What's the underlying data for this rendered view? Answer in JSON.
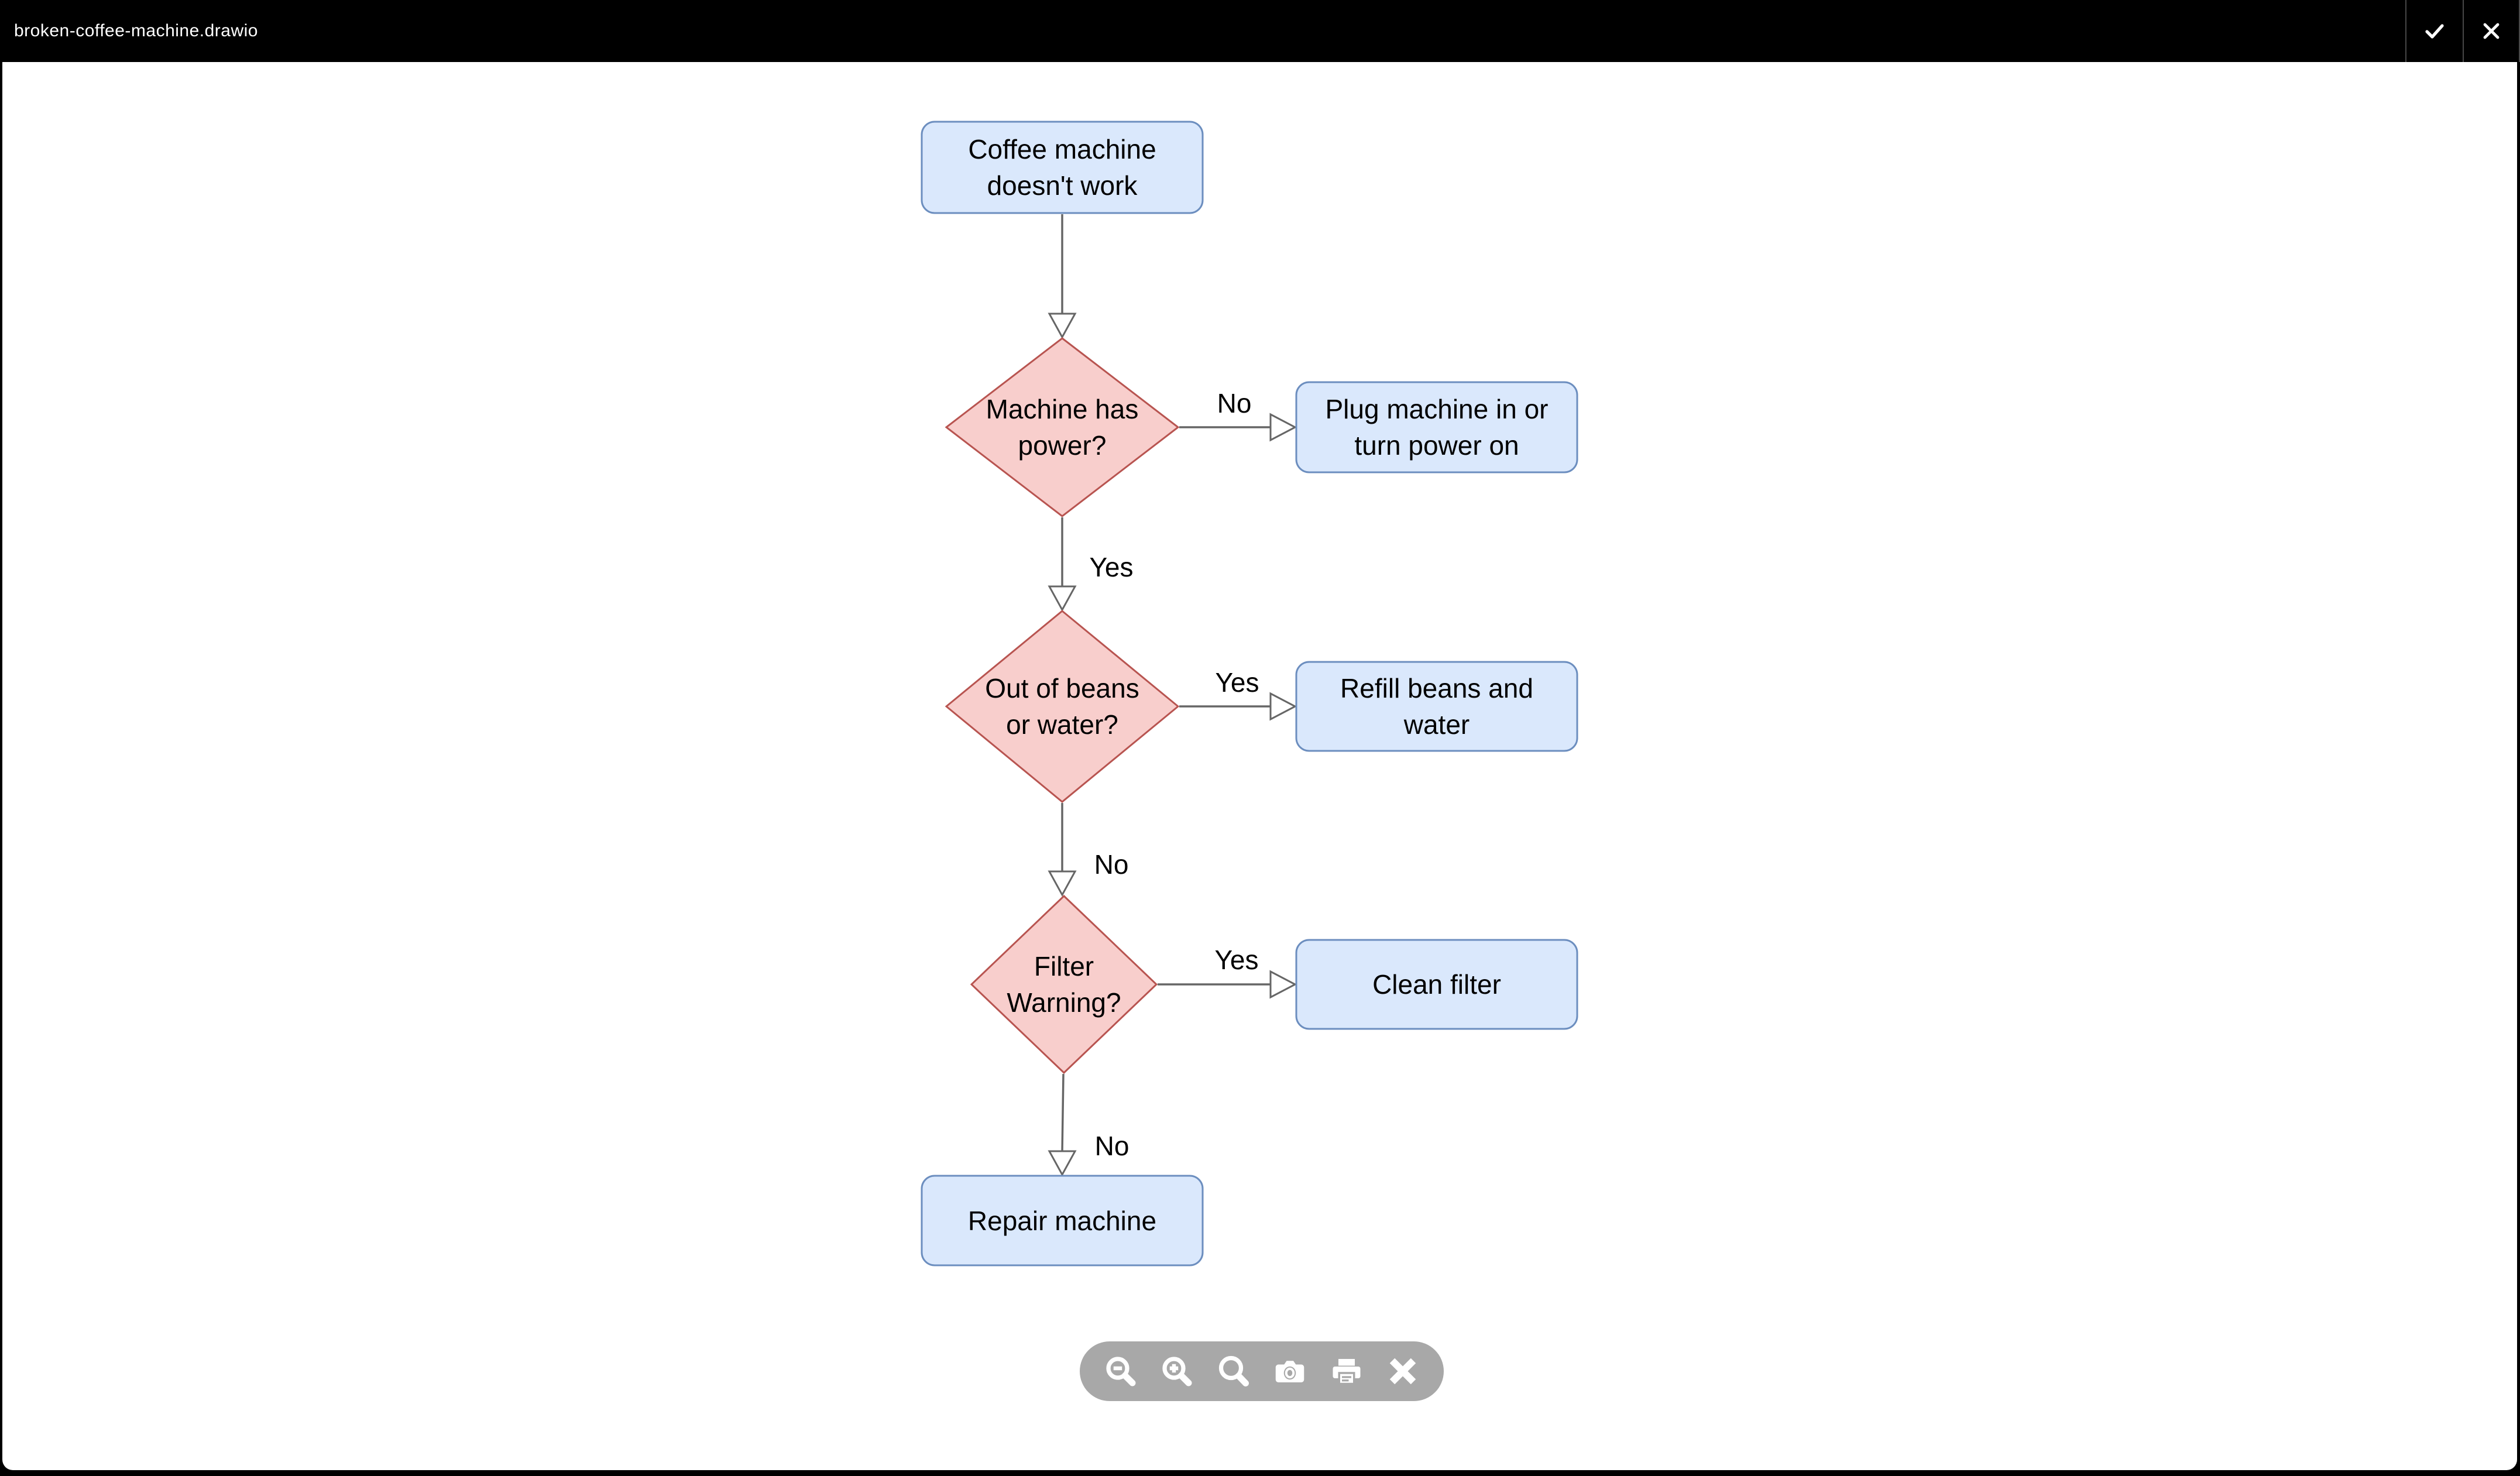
{
  "window": {
    "title": "broken-coffee-machine.drawio",
    "actions": [
      {
        "name": "confirm",
        "icon": "check-icon"
      },
      {
        "name": "close",
        "icon": "close-icon"
      }
    ]
  },
  "colors": {
    "titlebar_bg": "#000000",
    "titlebar_text": "#ffffff",
    "canvas_bg": "#ffffff",
    "process_fill": "#dae8fc",
    "process_stroke": "#6c8ebf",
    "decision_fill": "#f8cecc",
    "decision_stroke": "#b85450",
    "edge_stroke": "#666666",
    "arrow_fill": "#ffffff",
    "label_text": "#000000",
    "toolbar_bg": "#a8a8a8",
    "toolbar_icon": "#ffffff"
  },
  "diagram": {
    "nodes": [
      {
        "id": "start",
        "type": "process",
        "label": "Coffee machine\ndoesn't work"
      },
      {
        "id": "has-power",
        "type": "decision",
        "label": "Machine has\npower?"
      },
      {
        "id": "plug-in",
        "type": "process",
        "label": "Plug machine in or\nturn power on"
      },
      {
        "id": "out-of-beans",
        "type": "decision",
        "label": "Out of beans\nor water?"
      },
      {
        "id": "refill",
        "type": "process",
        "label": "Refill beans and\nwater"
      },
      {
        "id": "filter-warning",
        "type": "decision",
        "label": "Filter\nWarning?"
      },
      {
        "id": "clean-filter",
        "type": "process",
        "label": "Clean filter"
      },
      {
        "id": "repair",
        "type": "process",
        "label": "Repair machine"
      }
    ],
    "edges": [
      {
        "from": "start",
        "to": "has-power",
        "label": ""
      },
      {
        "from": "has-power",
        "to": "plug-in",
        "label": "No"
      },
      {
        "from": "has-power",
        "to": "out-of-beans",
        "label": "Yes"
      },
      {
        "from": "out-of-beans",
        "to": "refill",
        "label": "Yes"
      },
      {
        "from": "out-of-beans",
        "to": "filter-warning",
        "label": "No"
      },
      {
        "from": "filter-warning",
        "to": "clean-filter",
        "label": "Yes"
      },
      {
        "from": "filter-warning",
        "to": "repair",
        "label": "No"
      }
    ]
  },
  "toolbar": {
    "buttons": [
      {
        "name": "zoom-out",
        "icon": "zoom-out-icon"
      },
      {
        "name": "zoom-in",
        "icon": "zoom-in-icon"
      },
      {
        "name": "reset-zoom",
        "icon": "magnifier-icon"
      },
      {
        "name": "snapshot",
        "icon": "camera-icon"
      },
      {
        "name": "print",
        "icon": "print-icon"
      },
      {
        "name": "close-toolbar",
        "icon": "close-icon"
      }
    ]
  }
}
